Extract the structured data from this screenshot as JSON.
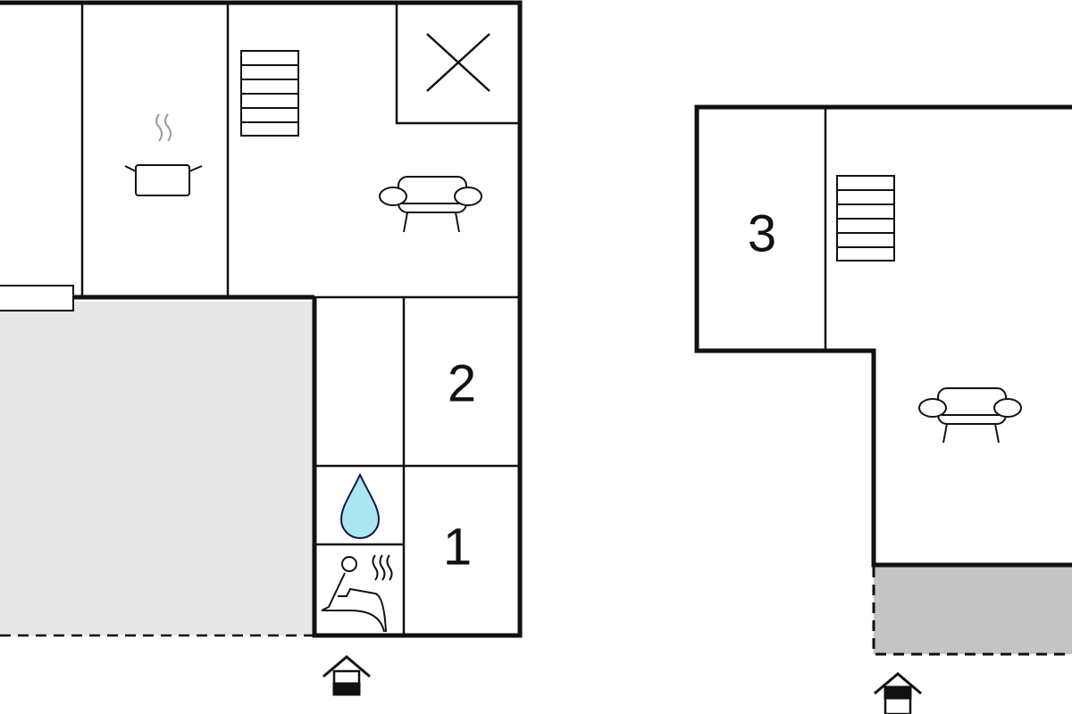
{
  "rooms": {
    "bedroom_1": "1",
    "bedroom_2": "2",
    "bedroom_3": "3"
  },
  "colors": {
    "wall": "#111111",
    "terrace": "#e6e6e6",
    "terrace_upper": "#c4c4c4",
    "water": "#a8e6f2"
  },
  "icons": [
    "stairs-icon",
    "kitchen-pot-icon",
    "sofa-icon",
    "void-x-icon",
    "shower-drop-icon",
    "sauna-icon",
    "entrance-icon"
  ]
}
